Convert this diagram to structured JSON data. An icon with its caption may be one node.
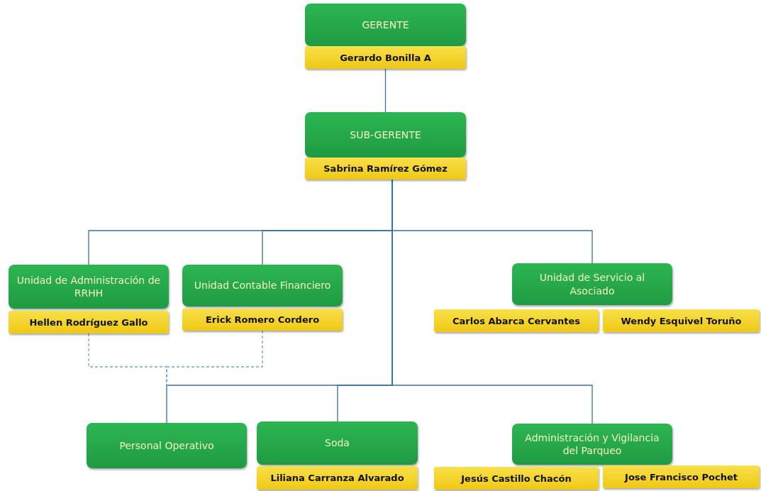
{
  "diagram": {
    "nodes": [
      {
        "text": [
          "GERENTE"
        ]
      },
      {
        "text": [
          "Gerardo Bonilla A"
        ]
      },
      {
        "text": [
          "SUB-GERENTE"
        ]
      },
      {
        "text": [
          "Sabrina Ramírez Gómez"
        ]
      },
      {
        "text": [
          "Unidad de Administración de RRHH"
        ]
      },
      {
        "text": [
          "Hellen Rodríguez Gallo"
        ]
      },
      {
        "text": [
          "Unidad Contable Financiero"
        ]
      },
      {
        "text": [
          "Erick Romero Cordero"
        ]
      },
      {
        "text": [
          "Unidad de Servicio al Asociado"
        ]
      },
      {
        "text": [
          "Carlos Abarca Cervantes"
        ]
      },
      {
        "text": [
          "Wendy Esquivel Toruño"
        ]
      },
      {
        "text": [
          "Personal Operativo"
        ]
      },
      {
        "text": [
          "Soda"
        ]
      },
      {
        "text": [
          "Liliana Carranza Alvarado"
        ]
      },
      {
        "text": [
          "Administración y Vigilancia del Parqueo"
        ]
      },
      {
        "text": [
          "Jesús Castillo Chacón"
        ]
      },
      {
        "text": [
          "Jose Francisco Pochet"
        ]
      }
    ],
    "edges": [
      {
        "from": 1,
        "to": 2,
        "arrow": "none"
      },
      {
        "from": 3,
        "to": 4,
        "arrow": "none"
      },
      {
        "from": 3,
        "to": 6,
        "arrow": "none"
      },
      {
        "from": 3,
        "to": 8,
        "arrow": "none"
      },
      {
        "from": 3,
        "to": 11,
        "arrow": "none"
      },
      {
        "from": 3,
        "to": 12,
        "arrow": "none"
      },
      {
        "from": 3,
        "to": 14,
        "arrow": "none"
      },
      {
        "from": 5,
        "to": 11,
        "arrow": "none",
        "style": "dashed"
      },
      {
        "from": 7,
        "to": 11,
        "arrow": "none",
        "style": "dashed"
      }
    ]
  }
}
